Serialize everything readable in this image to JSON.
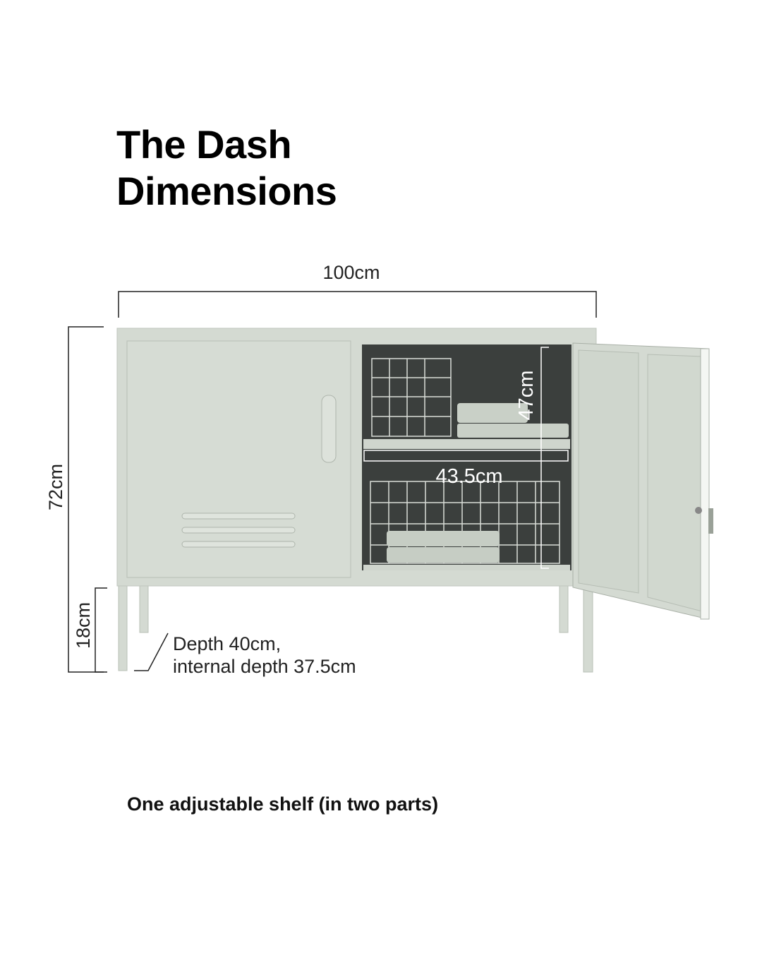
{
  "title": {
    "line1": "The Dash",
    "line2": "Dimensions"
  },
  "dimensions": {
    "width": "100cm",
    "height": "72cm",
    "leg_height": "18cm",
    "internal_height": "47cm",
    "internal_width": "43.5cm",
    "depth_line1": "Depth 40cm,",
    "depth_line2": "internal depth 37.5cm"
  },
  "caption": "One adjustable shelf (in two parts)",
  "colors": {
    "cabinet": "#d4dad2",
    "interior": "#3b3f3d",
    "line": "#222222"
  }
}
